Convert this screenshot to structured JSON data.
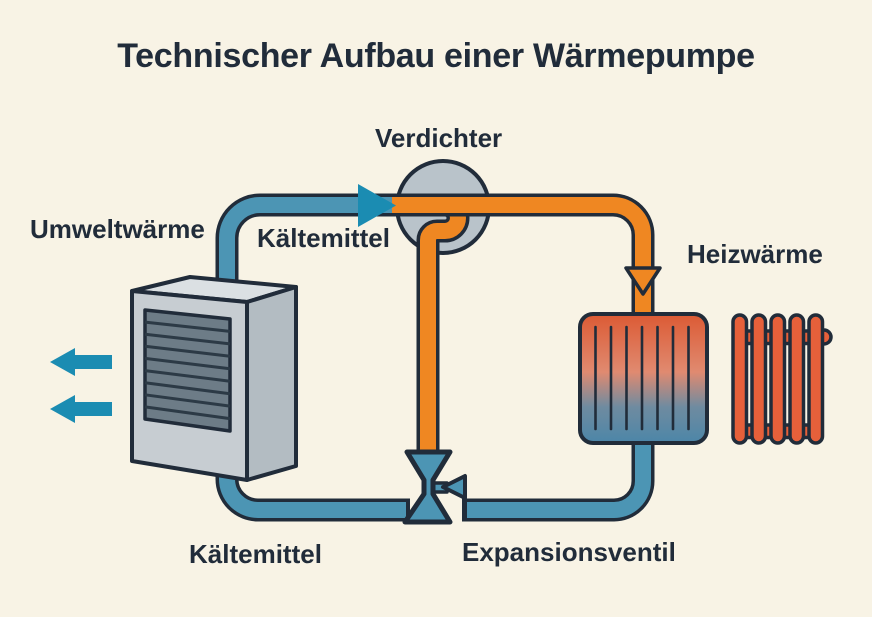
{
  "title": "Technischer Aufbau einer Wärmepumpe",
  "labels": {
    "verdichter": "Verdichter",
    "umweltwaerme": "Umweltwärme",
    "kaeltemittel_top": "Kältemittel",
    "heizwaerme": "Heizwärme",
    "kaeltemittel_bottom": "Kältemittel",
    "expansionsventil": "Expansionsventil"
  },
  "icons": {
    "outdoor_unit": "outdoor-unit-box",
    "airflow": "left-arrow-icon",
    "compressor": "compressor-circle",
    "condenser": "heat-exchanger-gradient-box",
    "radiator": "radiator-icon",
    "expansion_valve": "valve-bowtie-icon",
    "cold_flow_arrow": "right-arrow-icon",
    "hot_flow_arrow": "down-arrow-icon"
  },
  "colors": {
    "background": "#f8f3e5",
    "ink": "#212c3a",
    "pipe_cold": "#4c95b4",
    "pipe_hot": "#ef8722",
    "arrow_cold": "#1b8cb2",
    "compressor_fill": "#b9c3ca",
    "condenser_top": "#dc5a34",
    "condenser_mid": "#e08a70",
    "condenser_low": "#6f8ba0",
    "condenser_bottom": "#4c86a8",
    "radiator_fill": "#e6603a",
    "box_front": "#c7cdd2",
    "box_top": "#dbe0e3",
    "box_side": "#b3bcc2",
    "louver_panel": "#6d7c87",
    "louver_line": "#2c3a46"
  }
}
